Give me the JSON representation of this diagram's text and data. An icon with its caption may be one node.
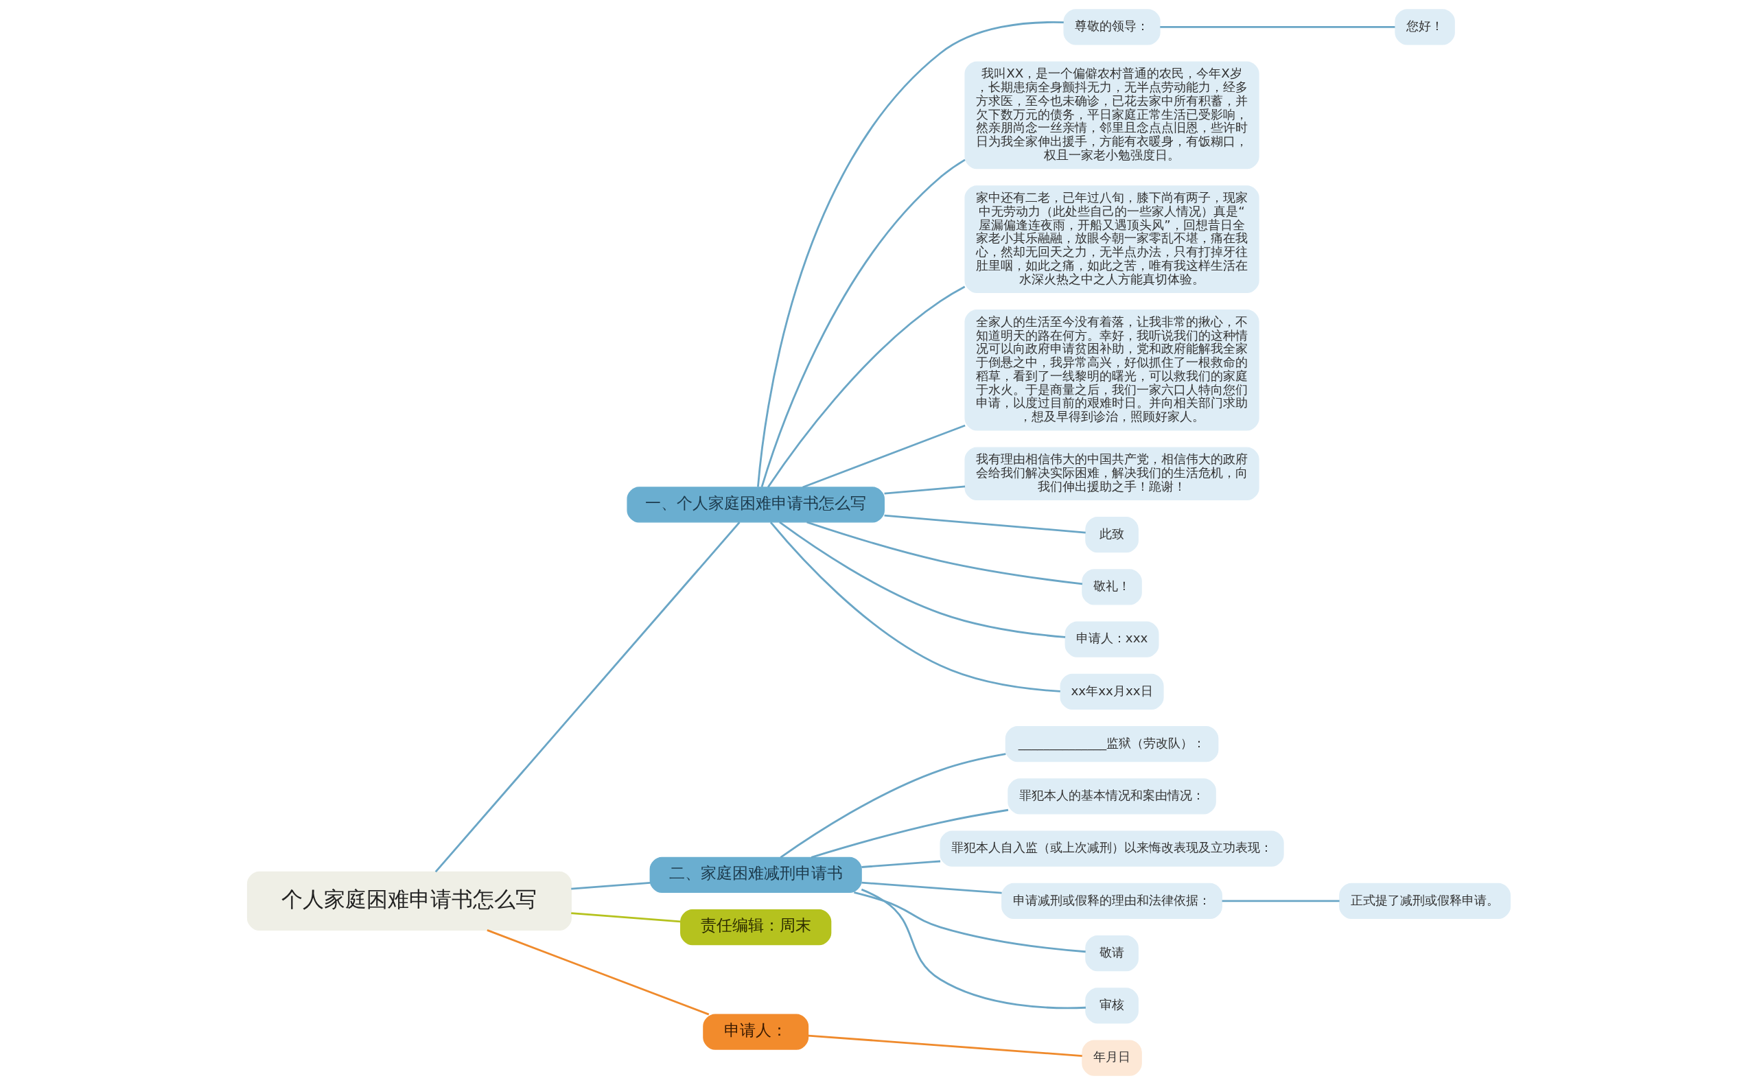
{
  "diagram": {
    "nodes": [
      {
        "text": [
          "个人家庭困难申请书怎么写"
        ]
      },
      {
        "text": [
          "一、个人家庭困难申请书怎么写"
        ]
      },
      {
        "text": [
          "尊敬的领导："
        ]
      },
      {
        "text": [
          "您好！"
        ]
      },
      {
        "text": [
          "我叫XX，是一个偏僻农村普通的农民，今年X岁，长期患病全身颤抖无力，无半点劳动能力，经多方求医，至今也未确诊，已花去家中所有积蓄，并欠下数万元的债务，平日家庭正常生活已受影响，然亲朋尚念一丝亲情，邻里且念点点旧恩，些许时日为我全家伸出援手，方能有衣暖身，有饭糊口，权且一家老小勉强度日。"
        ]
      },
      {
        "text": [
          "家中还有二老，已年过八旬，膝下尚有两子，现家中无劳动力（此处些自己的一些家人情况）真是“屋漏偏逢连夜雨，开船又遇顶头风”，回想昔日全家老小其乐融融，放眼今朝一家零乱不堪，痛在我心，然却无回天之力，无半点办法，只有打掉牙往肚里咽，如此之痛，如此之苦，唯有我这样生活在水深火热之中之人方能真切体验。"
        ]
      },
      {
        "text": [
          "全家人的生活至今没有着落，让我非常的揪心，不知道明天的路在何方。幸好，我听说我们的这种情况可以向政府申请贫困补助，党和政府能解我全家于倒悬之中，我异常高兴，好似抓住了一根救命的稻草，看到了一线黎明的曙光，可以救我们的家庭于水火。于是商量之后，我们一家六口人特向您们申请，以度过目前的艰难时日。并向相关部门求助，想及早得到诊治，照顾好家人。"
        ]
      },
      {
        "text": [
          "我有理由相信伟大的中国共产党，相信伟大的政府会给我们解决实际困难，解决我们的生活危机，向我们伸出援助之手！跪谢！"
        ]
      },
      {
        "text": [
          "此致"
        ]
      },
      {
        "text": [
          "敬礼！"
        ]
      },
      {
        "text": [
          "申请人：xxx"
        ]
      },
      {
        "text": [
          "xx年xx月xx日"
        ]
      },
      {
        "text": [
          "二、家庭困难减刑申请书"
        ]
      },
      {
        "text": [
          "______________监狱（劳改队）："
        ]
      },
      {
        "text": [
          "罪犯本人的基本情况和案由情况："
        ]
      },
      {
        "text": [
          "罪犯本人自入监（或上次减刑）以来悔改表现及立功表现："
        ]
      },
      {
        "text": [
          "申请减刑或假释的理由和法律依据："
        ]
      },
      {
        "text": [
          "正式提了减刑或假释申请。"
        ]
      },
      {
        "text": [
          "敬请"
        ]
      },
      {
        "text": [
          "审核"
        ]
      },
      {
        "text": [
          "责任编辑：周末"
        ]
      },
      {
        "text": [
          "申请人："
        ]
      },
      {
        "text": [
          "年月日"
        ]
      }
    ],
    "edges": [
      {
        "from": 0,
        "to": 1,
        "arrow": "none"
      },
      {
        "from": 1,
        "to": 2,
        "arrow": "none"
      },
      {
        "from": 2,
        "to": 3,
        "arrow": "none"
      },
      {
        "from": 1,
        "to": 4,
        "arrow": "none"
      },
      {
        "from": 1,
        "to": 5,
        "arrow": "none"
      },
      {
        "from": 1,
        "to": 6,
        "arrow": "none"
      },
      {
        "from": 1,
        "to": 7,
        "arrow": "none"
      },
      {
        "from": 1,
        "to": 8,
        "arrow": "none"
      },
      {
        "from": 1,
        "to": 9,
        "arrow": "none"
      },
      {
        "from": 1,
        "to": 10,
        "arrow": "none"
      },
      {
        "from": 1,
        "to": 11,
        "arrow": "none"
      },
      {
        "from": 0,
        "to": 12,
        "arrow": "none"
      },
      {
        "from": 12,
        "to": 13,
        "arrow": "none"
      },
      {
        "from": 12,
        "to": 14,
        "arrow": "none"
      },
      {
        "from": 12,
        "to": 15,
        "arrow": "none"
      },
      {
        "from": 12,
        "to": 16,
        "arrow": "none"
      },
      {
        "from": 16,
        "to": 17,
        "arrow": "none"
      },
      {
        "from": 12,
        "to": 18,
        "arrow": "none"
      },
      {
        "from": 12,
        "to": 19,
        "arrow": "none"
      },
      {
        "from": 0,
        "to": 20,
        "arrow": "none",
        "color": "#b5c21e"
      },
      {
        "from": 0,
        "to": 21,
        "arrow": "none",
        "color": "#ef8a2c"
      },
      {
        "from": 21,
        "to": 22,
        "arrow": "none",
        "color": "#ef8a2c"
      }
    ]
  }
}
